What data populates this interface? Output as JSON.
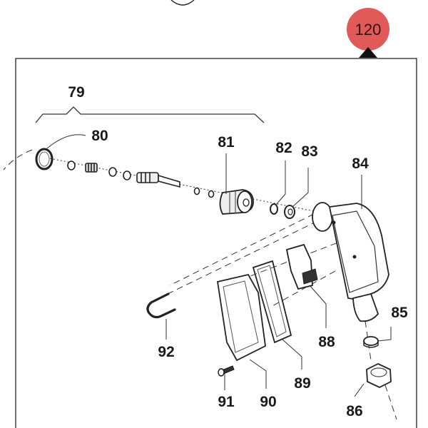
{
  "group": {
    "badge": "120",
    "accent_color": "#e05a5a",
    "bracket_label": "79"
  },
  "callouts": {
    "p80": "80",
    "p81": "81",
    "p82": "82",
    "p83": "83",
    "p84": "84",
    "p85": "85",
    "p86": "86",
    "p88": "88",
    "p89": "89",
    "p90": "90",
    "p91": "91",
    "p92": "92"
  },
  "parts": [
    {
      "id": "79",
      "icon": "bracket-assembly-group"
    },
    {
      "id": "80",
      "icon": "o-ring"
    },
    {
      "id": "81",
      "icon": "valve-body"
    },
    {
      "id": "82",
      "icon": "o-ring"
    },
    {
      "id": "83",
      "icon": "seal-ring"
    },
    {
      "id": "84",
      "icon": "pump-housing"
    },
    {
      "id": "85",
      "icon": "gasket-ring"
    },
    {
      "id": "86",
      "icon": "hex-nut"
    },
    {
      "id": "88",
      "icon": "switch-module"
    },
    {
      "id": "89",
      "icon": "cover-gasket"
    },
    {
      "id": "90",
      "icon": "cover-plate"
    },
    {
      "id": "91",
      "icon": "screw"
    },
    {
      "id": "92",
      "icon": "u-clip"
    }
  ]
}
